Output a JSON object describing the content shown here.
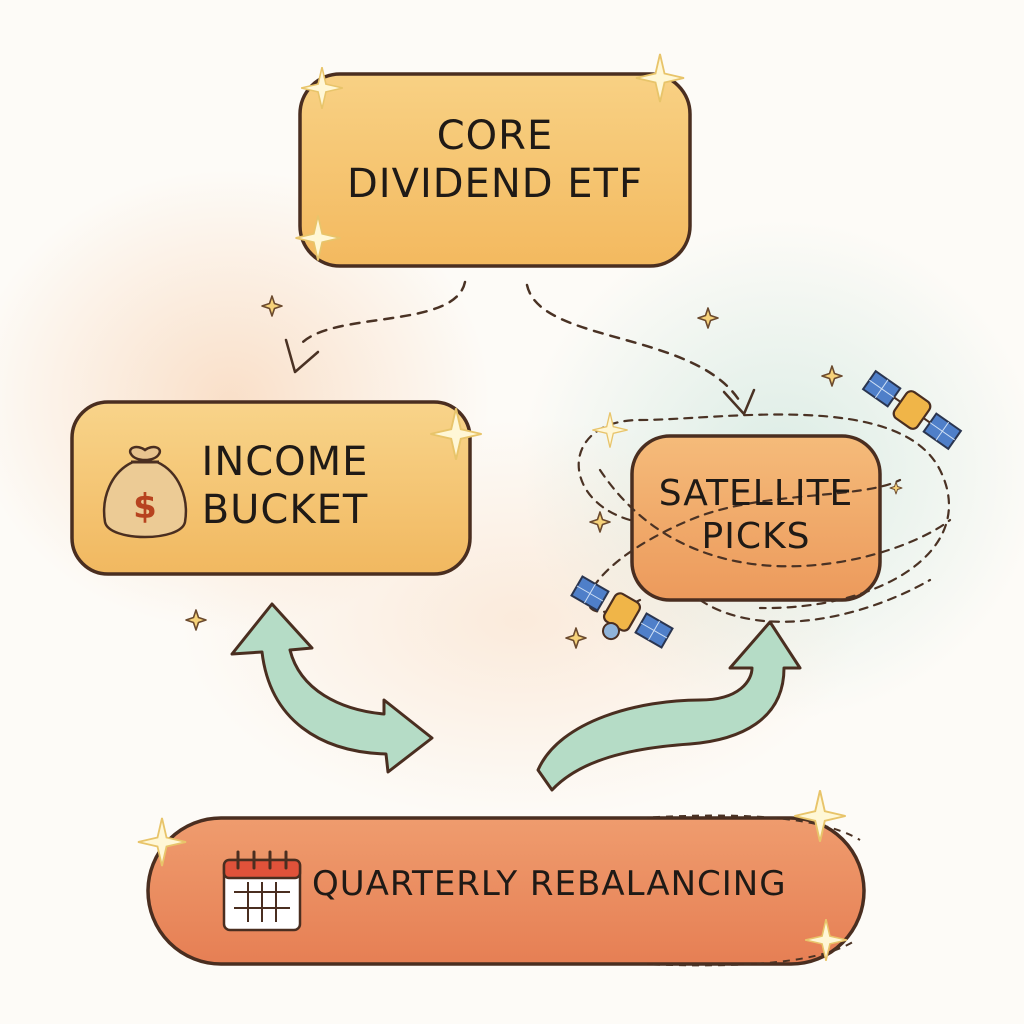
{
  "diagram": {
    "nodes": {
      "core": {
        "line1": "CORE",
        "line2": "DIVIDEND ETF"
      },
      "income": {
        "line1": "INCOME",
        "line2": "BUCKET",
        "icon": "money-bag-icon"
      },
      "satellite": {
        "line1": "SATELLITE",
        "line2": "PICKS",
        "icon": "satellite-icon"
      },
      "rebalancing": {
        "label": "QUARTERLY REBALANCING",
        "icon": "calendar-icon"
      }
    },
    "colors": {
      "core_fill": "#f6c46e",
      "income_fill": "#f4c36c",
      "satellite_fill": "#f0a867",
      "rebalancing_fill": "#ea8c5f",
      "outline": "#5a3a2a",
      "arrow_green": "#a9d6bc",
      "sparkle": "#e8c46a"
    }
  }
}
